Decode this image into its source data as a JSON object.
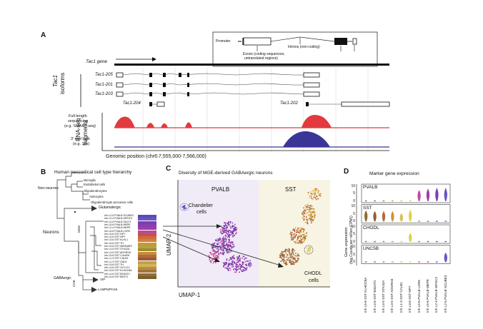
{
  "panel_a": {
    "letter": "A",
    "legend": {
      "promoter": "Promoter",
      "exons": "Exons (coding sequences,",
      "exons_2": "untranslated regions)",
      "introns": "Introns (non-coding)"
    },
    "gene_label": "Tac1 gene",
    "isoforms_title": "Tac1",
    "isoforms_title_2": "isoforms",
    "isoforms": [
      "Tac1-205",
      "Tac1-201",
      "Tac1-203",
      "Tac1-204",
      "Tac1-202"
    ],
    "rnaseq_title": "RNA-seq",
    "rnaseq_title_2": "fragments",
    "full_length": "Full-length",
    "full_length_2": "sequencing",
    "full_length_3": "(e.g. SMART-seq)",
    "three_prime": "3' end tags",
    "three_prime_2": "(e.g. 10x)",
    "axis_label": "Genomic position (chr6:7,555,000-7,566,000)",
    "colors": {
      "full_length": "#e23a3f",
      "three_prime": "#3b3596"
    }
  },
  "panel_b": {
    "letter": "B",
    "title": "Human neocortical cell type hierarchy",
    "non_neurons": "Non-neurons",
    "non_neuron_types": [
      "Microglia",
      "Endothelial cells",
      "Oligodendrocytes",
      "Astrocytes",
      "Oligodendrocyte precursor cells"
    ],
    "glutamatergic": "Glutamatergic",
    "neurons": "Neurons",
    "mge": "MGE",
    "gabaergic": "GABAergic",
    "cge": "CGE",
    "vip": "VIP",
    "lamp5": "LAMP5/PAX6",
    "mge_types": [
      "Inh L2-5 PVALB SCUBE3",
      "Inh L2-4 PVALB WFDC2",
      "Inh L4-6 PVALB SULF1",
      "Inh L5-6 PVALB MEPE",
      "Inh L2-4 PVALB MEPE",
      "Inh L5-6 PVALB LGR5",
      "Inh L5-6 SST NPY",
      "Inh L3-6 SST NPY",
      "Inh L5-6 SST KLHL1",
      "Inh L5-6 SST TH",
      "Inh L5-6 SST MIR548F2",
      "Inh L4-5 SST STK32A",
      "Inh L3-5 SST ADGRG6",
      "Inh L5-6 SST C4orf26",
      "Inh L1-3 SST CALB1",
      "Inh L1-3 SST GAD1",
      "Inh L5-6 SST TH",
      "Inh L4-6 SST GXYLT2",
      "Inh L5-6 SST KLHDC8A",
      "Inh L4-6 SST B3GAT2",
      "Inh L5-6 SST BEST1"
    ],
    "swatch_colors": [
      "#5a4bb6",
      "#6a55c4",
      "#7b3fb0",
      "#8a3fae",
      "#a13ea6",
      "#b84a9a",
      "#c4524a",
      "#cf6b3c",
      "#d57f3a",
      "#c79738",
      "#b5a23c",
      "#9c8c36",
      "#c78b3b",
      "#b46a3a",
      "#9a5a32",
      "#c2a04a",
      "#d0b454",
      "#b88c44",
      "#a2753a",
      "#8c6e3a",
      "#7d5d2e"
    ]
  },
  "panel_c": {
    "letter": "C",
    "title": "Diversity of MGE-derived GABAergic neurons",
    "pvalb": "PVALB",
    "sst": "SST",
    "chandelier": "Chandelier",
    "chandelier_2": "cells",
    "chodl": "CHODL",
    "chodl_2": "cells",
    "xlabel": "UMAP-1",
    "ylabel": "UMAP-2"
  },
  "panel_d": {
    "letter": "D",
    "title": "Marker gene expression",
    "ylabel": "Gene expression",
    "ylabel_2": "(log₂Counts per million (CPM))",
    "yticks": [
      "10",
      "5",
      "0"
    ],
    "genes": [
      "PVALB",
      "SST",
      "CHODL",
      "UNC5B"
    ],
    "cell_types": [
      "Inh L5-6 SST KLHDC8A",
      "Inh L4-6 SST B3GAT2",
      "Inh L4-5 SST STK32A",
      "Inh L3-5 SST ADGRG6",
      "Inh L1-3 SST CALB1",
      "Inh L3-6 SST NPY",
      "Inh L5-6 PVALB LGR5",
      "Inh L5-6 PVALB MEPE",
      "Inh L2-4 PVALB WFDC2",
      "Inh L2-5 PVALB SCUBE3"
    ],
    "violin_colors": [
      "#8c6b3a",
      "#9a5a32",
      "#b46a3a",
      "#c79738",
      "#d7c24a",
      "#e0d04a",
      "#c24a9a",
      "#a13ea6",
      "#7b3fb0",
      "#6a55c4"
    ],
    "expression": {
      "PVALB": [
        0.5,
        0.5,
        0.5,
        0.5,
        0.5,
        0.6,
        7.5,
        8.5,
        9.0,
        9.0
      ],
      "SST": [
        7.5,
        7.0,
        7.0,
        7.0,
        5.5,
        8.0,
        0.5,
        0.5,
        0.5,
        0.5
      ],
      "CHODL": [
        0.5,
        0.5,
        0.5,
        0.5,
        0.5,
        6.0,
        0.5,
        0.5,
        0.5,
        0.5
      ],
      "UNC5B": [
        0.5,
        0.5,
        0.5,
        0.5,
        0.5,
        0.5,
        0.5,
        0.5,
        0.5,
        6.5
      ]
    }
  }
}
